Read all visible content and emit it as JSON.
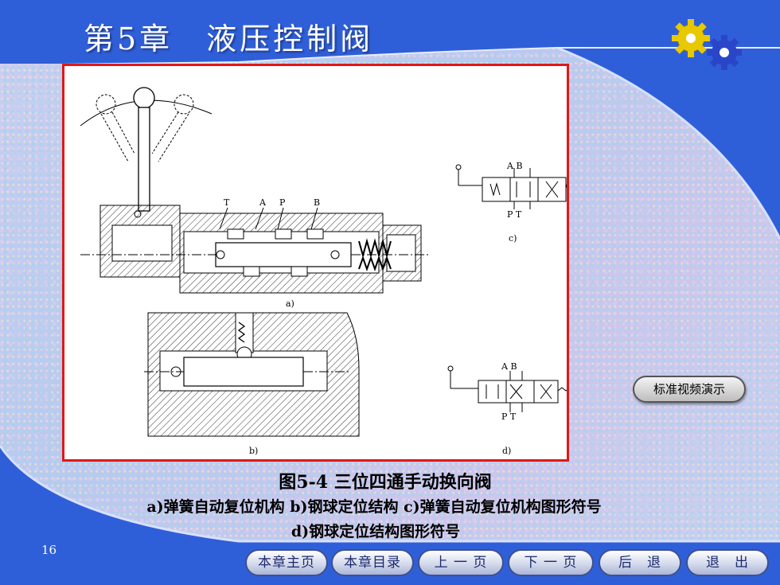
{
  "header": {
    "title": "第5章　液压控制阀"
  },
  "figure": {
    "labels": {
      "T": "T",
      "A": "A",
      "P": "P",
      "B": "B",
      "sub_a": "a)",
      "sub_b": "b)",
      "sub_c": "c)",
      "sub_d": "d)",
      "ab_c": "A B",
      "pt_c": "P T",
      "ab_d": "A B",
      "pt_d": "P T"
    }
  },
  "caption": {
    "line1": "图5-4 三位四通手动换向阀",
    "line2": "a)弹簧自动复位机构 b)钢球定位结构 c)弹簧自动复位机构图形符号",
    "line3": "d)钢球定位结构图形符号"
  },
  "video_button": {
    "label": "标准视频演示"
  },
  "page_number": "16",
  "nav": {
    "home": "本章主页",
    "toc": "本章目录",
    "prev": "上 一 页",
    "next": "下 一 页",
    "back": "后　退",
    "exit": "退　出"
  },
  "colors": {
    "accent_blue": "#2f5fd8",
    "frame_red": "#e01818",
    "gear_yellow": "#e8c800",
    "gear_blue": "#2a46c8"
  }
}
